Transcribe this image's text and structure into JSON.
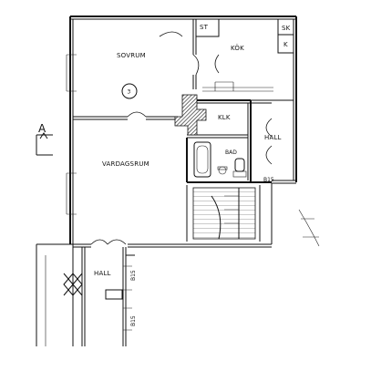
{
  "labels": {
    "sovrum": "SOVRUM",
    "kok": "KÖK",
    "st": "ST",
    "sk": "SK",
    "k": "K",
    "circle_number": "3",
    "klk": "KLK",
    "bad": "BAD",
    "hall_right": "HALL",
    "b15_right": "B15",
    "vardagsrum": "VARDAGSRUM",
    "section_marker": "A",
    "hall_bottom": "HALL",
    "b15_bottom_1": "B15",
    "b15_bottom_2": "B15"
  },
  "colors": {
    "ink": "#111111",
    "paper": "#ffffff",
    "hatch": "#333333"
  }
}
